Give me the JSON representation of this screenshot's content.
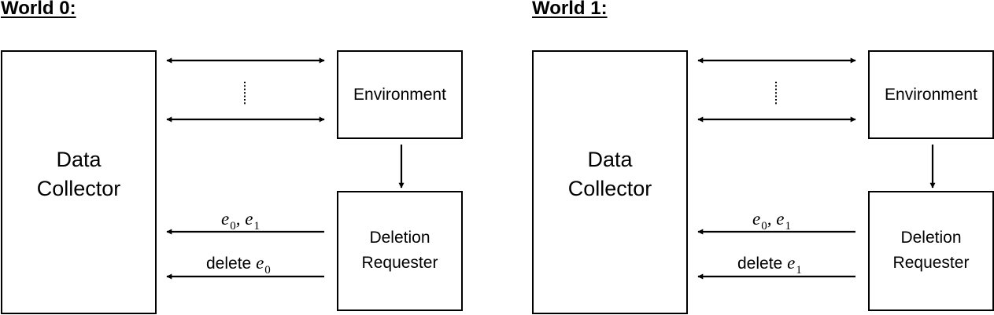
{
  "worlds": [
    {
      "title": "World 0:",
      "data_collector": "Data\nCollector",
      "environment": "Environment",
      "deletion_requester": "Deletion\nRequester",
      "message_var": "e",
      "message_sub_a": "0",
      "message_comma": ",",
      "message_sub_b": "1",
      "delete_word": "delete",
      "delete_var": "e",
      "delete_sub": "0"
    },
    {
      "title": "World 1:",
      "data_collector": "Data\nCollector",
      "environment": "Environment",
      "deletion_requester": "Deletion\nRequester",
      "message_var": "e",
      "message_sub_a": "0",
      "message_comma": ",",
      "message_sub_b": "1",
      "delete_word": "delete",
      "delete_var": "e",
      "delete_sub": "1"
    }
  ]
}
